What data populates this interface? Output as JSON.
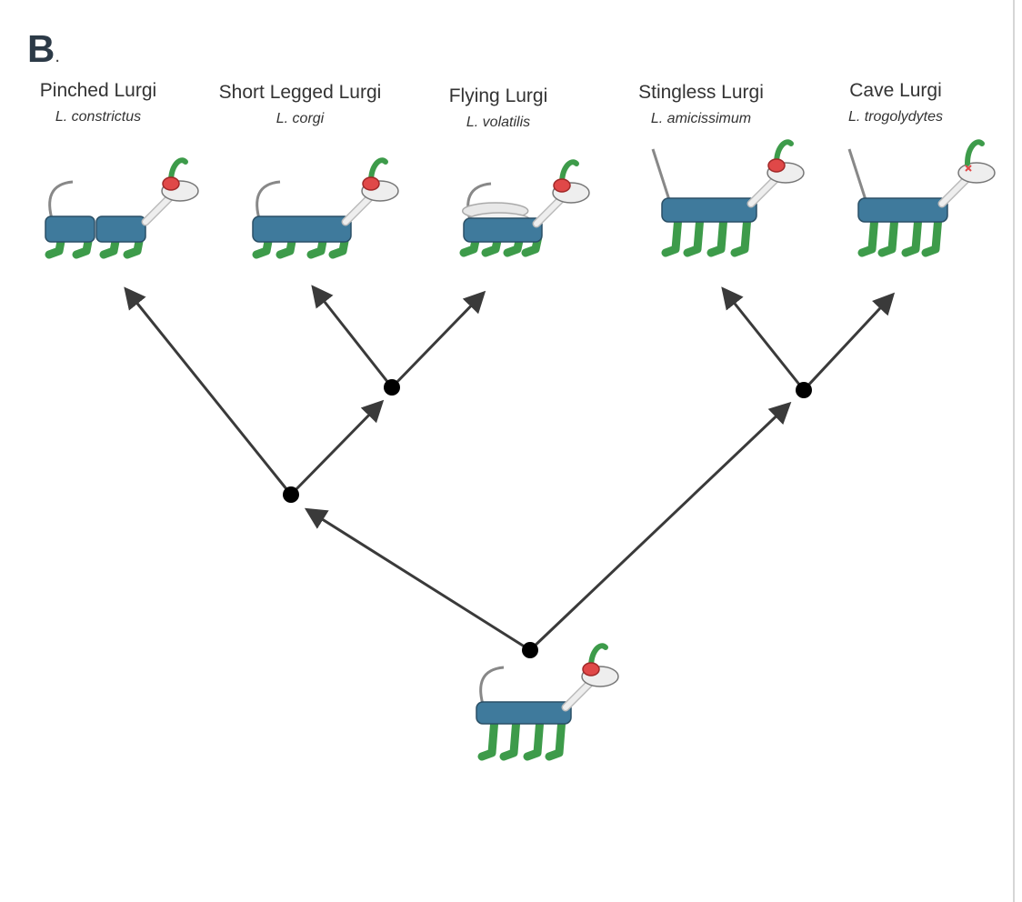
{
  "panel_label": "B",
  "panel_label_suffix": ".",
  "taxa": [
    {
      "common": "Pinched Lurgi",
      "scientific": "L. constrictus",
      "trait": "pinched"
    },
    {
      "common": "Short Legged Lurgi",
      "scientific": "L. corgi",
      "trait": "short-legs"
    },
    {
      "common": "Flying Lurgi",
      "scientific": "L. volatilis",
      "trait": "wings"
    },
    {
      "common": "Stingless Lurgi",
      "scientific": "L. amicissimum",
      "trait": "stingless"
    },
    {
      "common": "Cave Lurgi",
      "scientific": "L. trogolydytes",
      "trait": "cave"
    }
  ],
  "colors": {
    "body": "#3f7a9c",
    "legs": "#3d9b4a",
    "eye": "#e04848",
    "head": "#eeeeee",
    "arrow": "#3a3a3a",
    "node": "#000000"
  }
}
